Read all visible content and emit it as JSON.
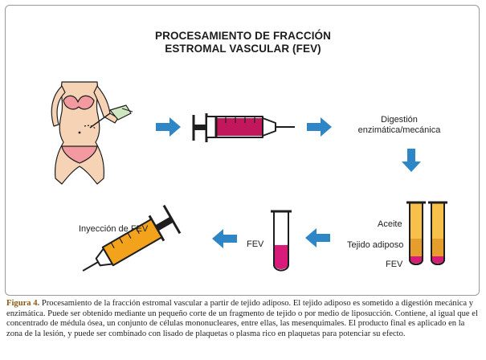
{
  "title": {
    "line1": "PROCESAMIENTO DE FRACCIÓN",
    "line2": "ESTROMAL VASCULAR (FEV)"
  },
  "labels": {
    "digestion_line1": "Digestión",
    "digestion_line2": "enzimática/mecánica",
    "aceite": "Aceite",
    "tejido_adiposo": "Tejido adiposo",
    "fev_right": "FEV",
    "fev_middle": "FEV",
    "inyeccion": "Inyección de FEV"
  },
  "caption": {
    "figure_label": "Figura 4.",
    "text": " Procesamiento de la fracción estromal vascular a partir de tejido adiposo. El tejido adiposo es sometido a digestión mecánica y enzimática. Puede ser obtenido mediante un pequeño corte de un fragmento de tejido o por medio de liposucción. Contiene, al igual que el concentrado de médula ósea, un conjunto de células mononucleares, entre ellas, las mesenquimales. El producto final es aplicado en la zona de la lesión, y puede ser combinado con lisado de plaquetas o plasma rico en plaquetas para potenciar su efecto."
  },
  "colors": {
    "arrow_blue": "#2f86c7",
    "syringe_magenta": "#c2185b",
    "syringe_orange": "#f2a31b",
    "tube_oil": "#f6c04a",
    "tube_fat": "#e59d2c",
    "tube_fev": "#d81b7a",
    "skin": "#f6d3b5",
    "bikini": "#f29aa0",
    "outline": "#1e1e1e",
    "caption_label": "#8a5a14"
  }
}
